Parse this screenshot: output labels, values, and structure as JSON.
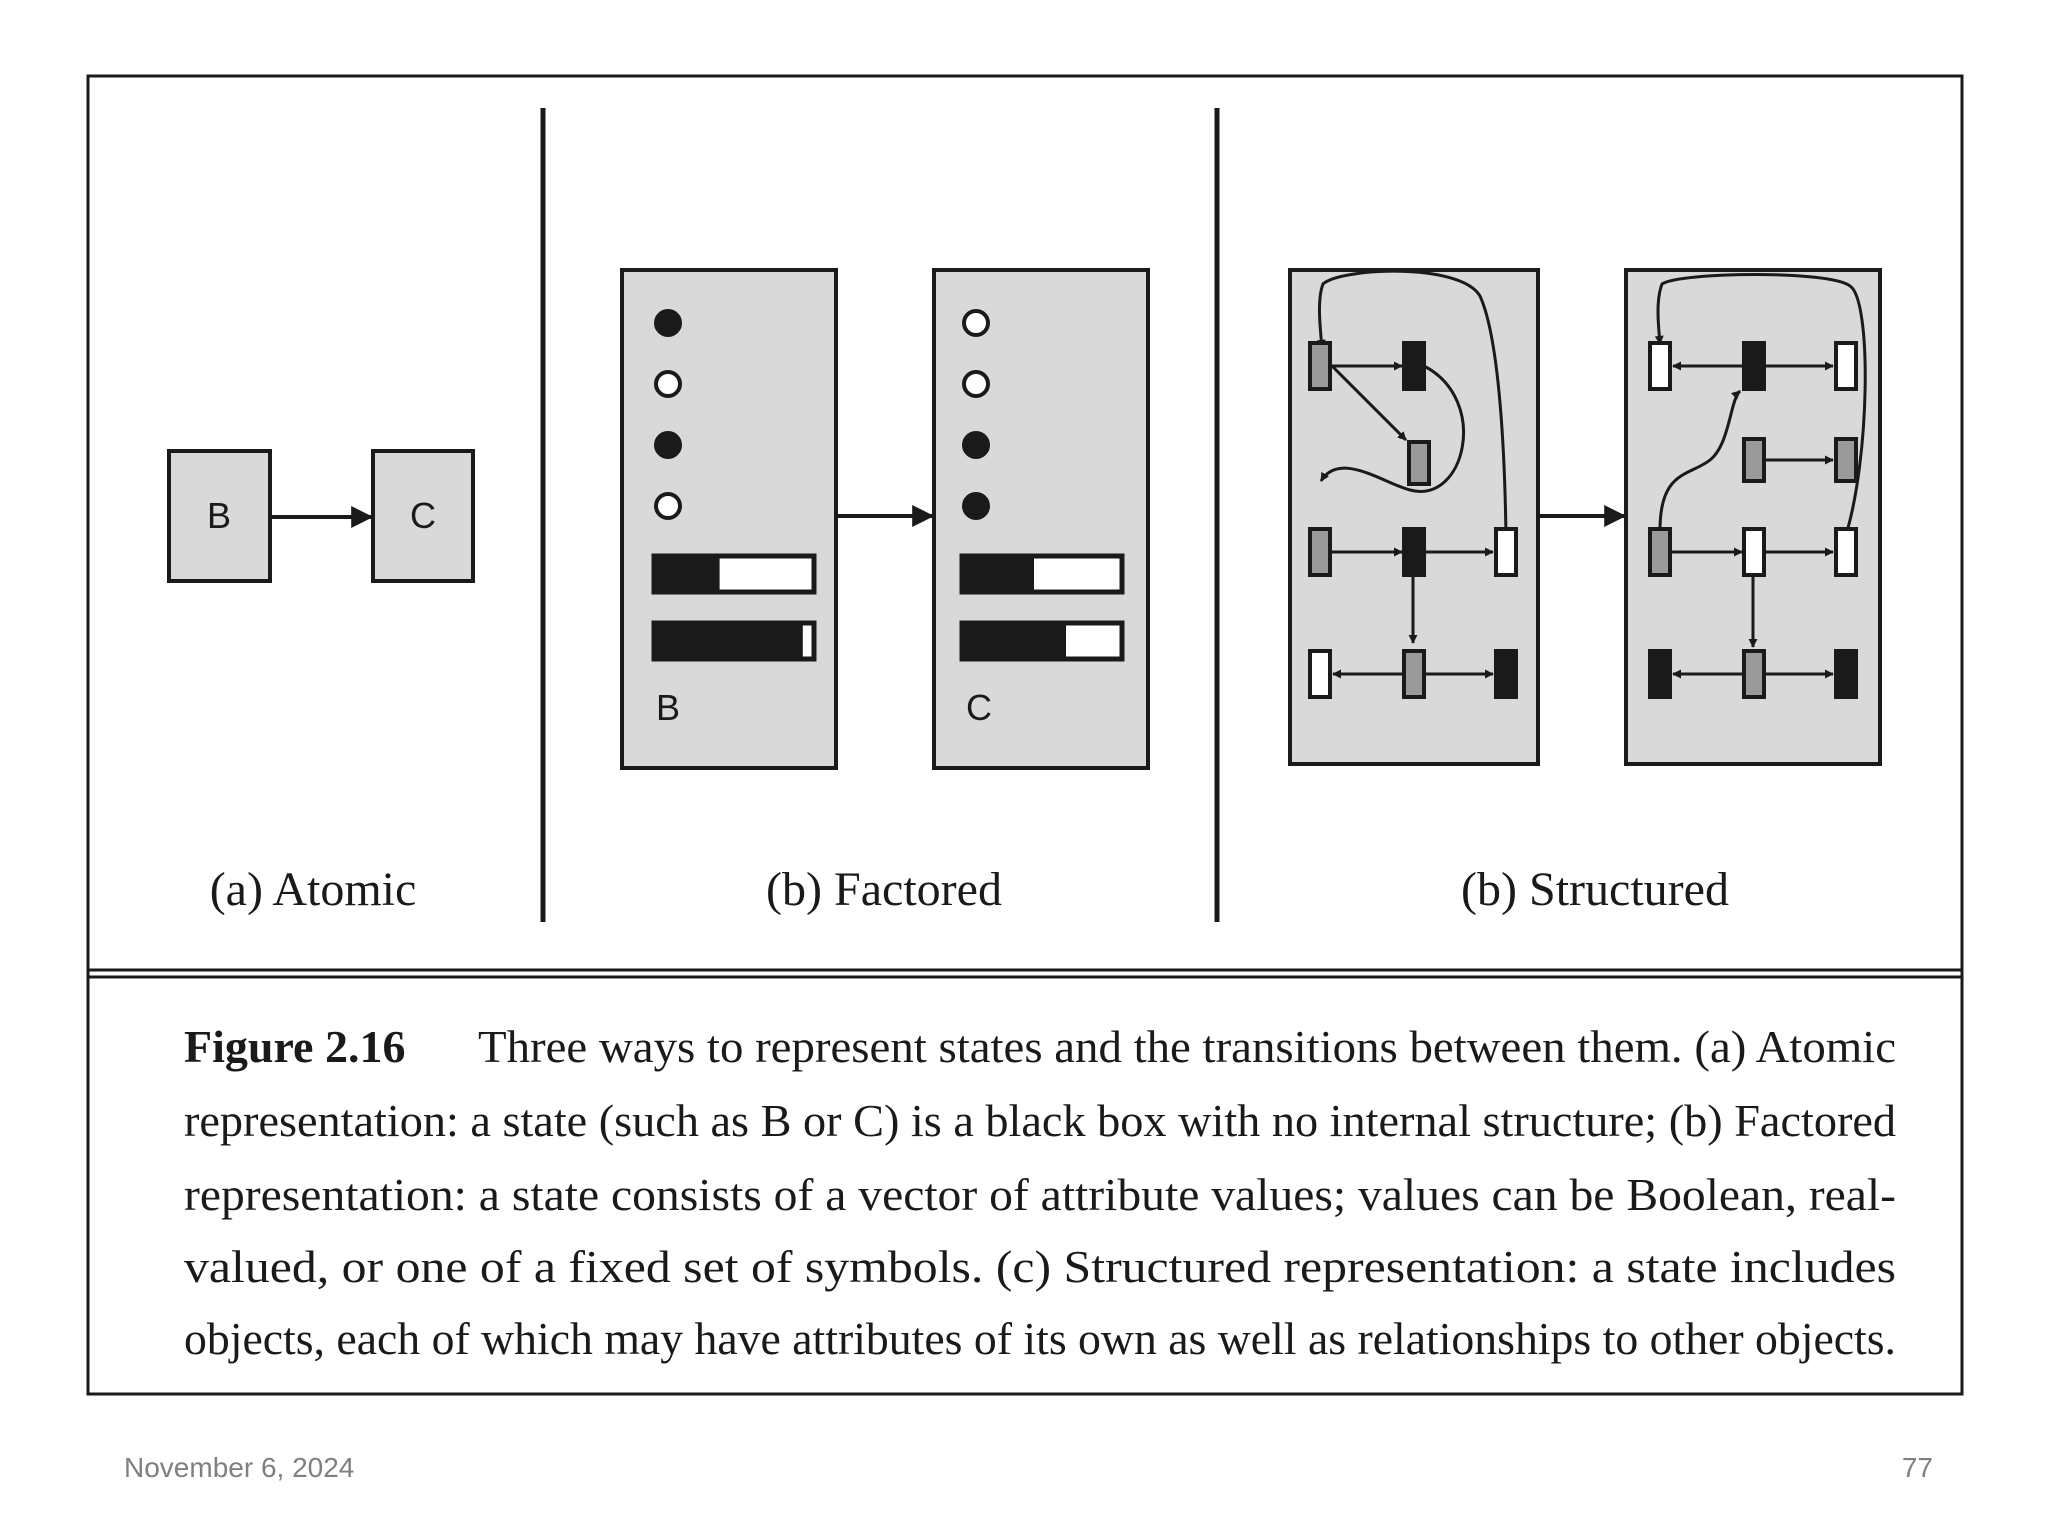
{
  "panels": {
    "atomic": {
      "caption": "(a) Atomic",
      "state_b_label": "B",
      "state_c_label": "C"
    },
    "factored": {
      "caption": "(b) Factored",
      "state_b_label": "B",
      "state_c_label": "C",
      "state_b": {
        "booleans": [
          true,
          false,
          true,
          false
        ],
        "real_values": [
          0.41,
          0.93
        ]
      },
      "state_c": {
        "booleans": [
          false,
          false,
          true,
          true
        ],
        "real_values": [
          0.45,
          0.65
        ]
      }
    },
    "structured": {
      "caption": "(b) Structured"
    }
  },
  "figure_caption": {
    "label": "Figure 2.16",
    "lines": [
      "Three ways to represent states and the transitions between them. (a) Atomic",
      "representation: a state (such as B or C) is a black box with no internal structure; (b) Factored",
      "representation: a state consists of a vector of attribute values; values can be Boolean, real-",
      "valued, or one of a fixed set of symbols. (c) Structured representation: a state includes",
      "objects, each of which may have attributes of its own as well as relationships to other objects."
    ]
  },
  "footer": {
    "date": "November 6, 2024",
    "page_number": "77"
  },
  "colors": {
    "box_fill": "#d9d9d9",
    "stroke": "#1a1a1a",
    "object_gray": "#9a9a9a",
    "footer_text": "#7f7f7f"
  }
}
